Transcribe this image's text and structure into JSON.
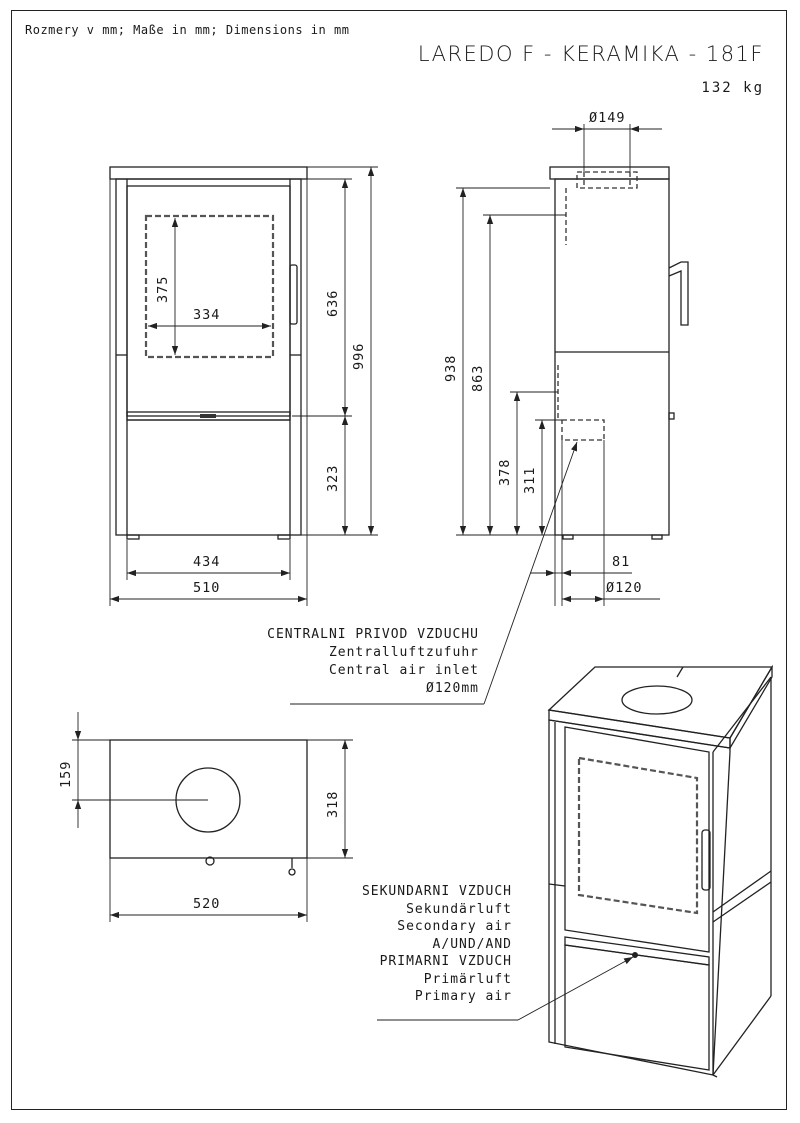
{
  "header": {
    "units_note": "Rozmery v mm; Maße in mm; Dimensions in mm",
    "title": "LAREDO F - KERAMIKA - 181F",
    "weight": "132 kg"
  },
  "front_view": {
    "dim_375": "375",
    "dim_334": "334",
    "dim_636": "636",
    "dim_996": "996",
    "dim_323": "323",
    "dim_434": "434",
    "dim_510": "510"
  },
  "side_view": {
    "dim_flue": "Ø149",
    "dim_938": "938",
    "dim_863": "863",
    "dim_378": "378",
    "dim_311": "311",
    "dim_81": "81",
    "dim_inlet": "Ø120"
  },
  "top_view": {
    "dim_159": "159",
    "dim_318": "318",
    "dim_520": "520"
  },
  "central_air": {
    "line1": "CENTRALNI PRIVOD VZDUCHU",
    "line2": "Zentralluftzufuhr",
    "line3": "Central air inlet",
    "line4": "Ø120mm"
  },
  "air_controls": {
    "line1": "SEKUNDARNI VZDUCH",
    "line2": "Sekundärluft",
    "line3": "Secondary air",
    "line4": "A/UND/AND",
    "line5": "PRIMARNI VZDUCH",
    "line6": "Primärluft",
    "line7": "Primary air"
  }
}
